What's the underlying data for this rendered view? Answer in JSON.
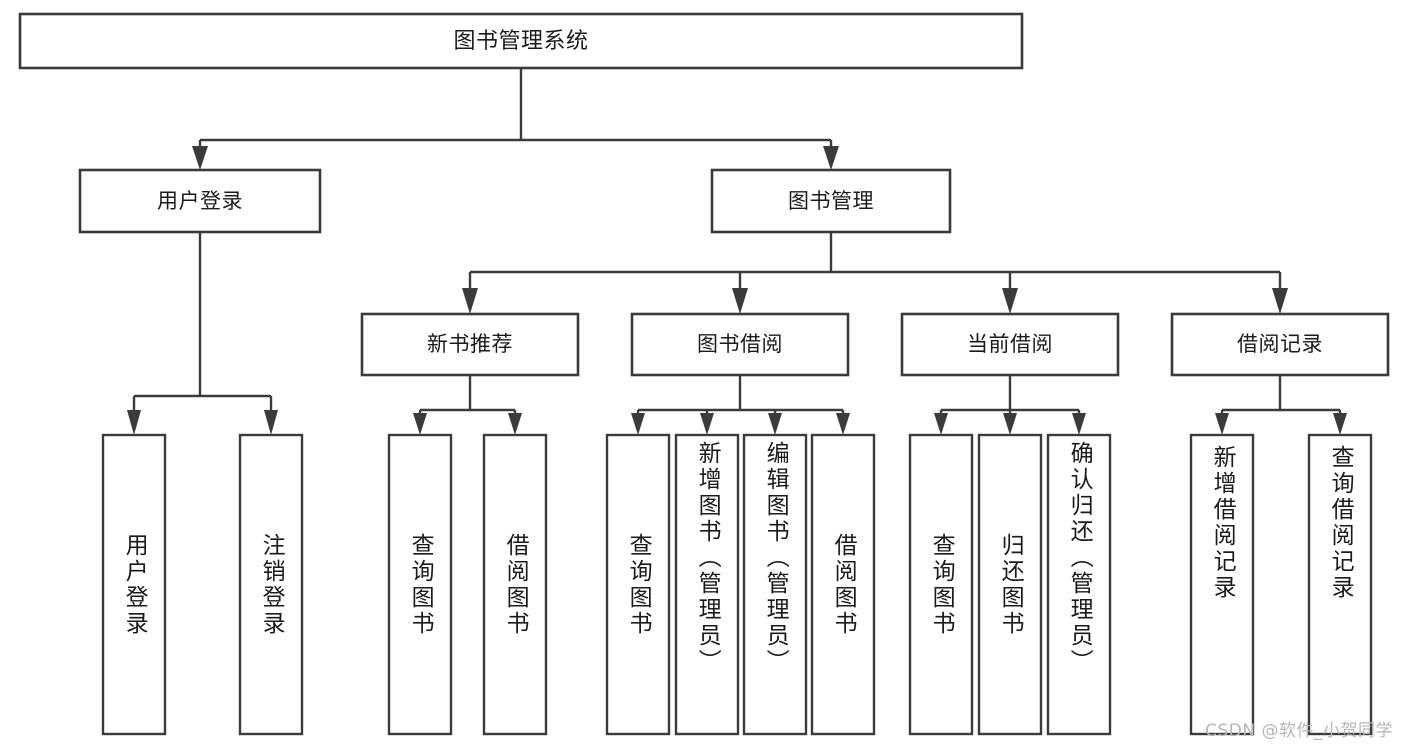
{
  "diagram": {
    "title": "图书管理系统",
    "type": "tree-hierarchy-diagram",
    "watermark": "CSDN @软件_小贺同学",
    "colors": {
      "stroke": "#3b3b3b",
      "box_fill": "#ffffff",
      "text": "#1b1b1b",
      "background": "#ffffff",
      "watermark": "#b6b6b6"
    },
    "levels": {
      "root": "图书管理系统",
      "level2": [
        "用户登录",
        "图书管理"
      ],
      "level3": [
        "新书推荐",
        "图书借阅",
        "当前借阅",
        "借阅记录"
      ],
      "leaves": [
        "用户登录",
        "注销登录",
        "查询图书",
        "借阅图书",
        "查询图书",
        "新增图书（管理员）",
        "编辑图书（管理员）",
        "借阅图书",
        "查询图书",
        "归还图书",
        "确认归还（管理员）",
        "新增借阅记录",
        "查询借阅记录"
      ]
    }
  },
  "nodes": {
    "root": {
      "label": "图书管理系统"
    },
    "user_login": {
      "label": "用户登录"
    },
    "book_manage": {
      "label": "图书管理"
    },
    "new_book_rec": {
      "label": "新书推荐"
    },
    "book_borrow": {
      "label": "图书借阅"
    },
    "current_borrow": {
      "label": "当前借阅"
    },
    "borrow_record": {
      "label": "借阅记录"
    },
    "leaf_user_login": {
      "label": "用户登录"
    },
    "leaf_logout": {
      "label": "注销登录"
    },
    "leaf_query_book_a": {
      "label": "查询图书"
    },
    "leaf_borrow_book_a": {
      "label": "借阅图书"
    },
    "leaf_query_book_b": {
      "label": "查询图书"
    },
    "leaf_add_book": {
      "label": "新增图书（管理员）"
    },
    "leaf_edit_book": {
      "label": "编辑图书（管理员）"
    },
    "leaf_borrow_book_b": {
      "label": "借阅图书"
    },
    "leaf_query_book_c": {
      "label": "查询图书"
    },
    "leaf_return_book": {
      "label": "归还图书"
    },
    "leaf_confirm_return": {
      "label": "确认归还（管理员）"
    },
    "leaf_add_record": {
      "label": "新增借阅记录"
    },
    "leaf_query_record": {
      "label": "查询借阅记录"
    }
  },
  "footer": {
    "watermark": "CSDN @软件_小贺同学"
  }
}
